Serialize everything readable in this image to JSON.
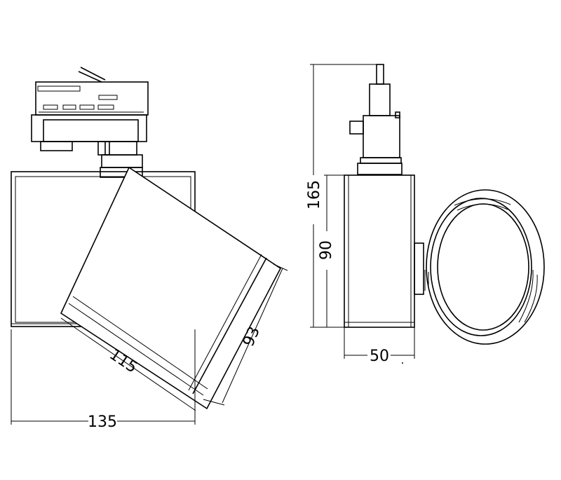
{
  "dimensions": {
    "width_total": "135",
    "head_length": "115",
    "head_diameter": "93",
    "overall_height": "165",
    "body_height": "90",
    "body_width": "50"
  },
  "colors": {
    "line": "#000000",
    "background": "#ffffff"
  }
}
